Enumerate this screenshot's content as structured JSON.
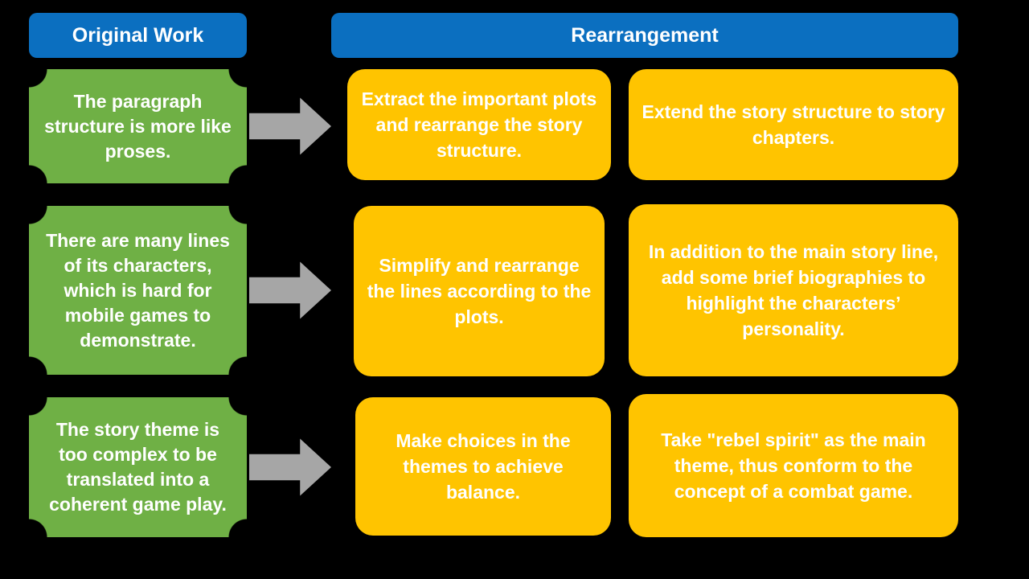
{
  "page": {
    "background_color": "#000000",
    "title": "Original Work to Rearrangement mapping"
  },
  "colors": {
    "banner_blue": "#0B6FC0",
    "card_green": "#6FB045",
    "card_yellow": "#FFC400",
    "arrow_gray": "#A6A6A6",
    "text_white": "#FFFFFF"
  },
  "headers": {
    "left": "Original Work",
    "right": "Rearrangement"
  },
  "rows": [
    {
      "original": "The paragraph structure is more like proses.",
      "arrow": "right-arrow",
      "rearrangements": [
        "Extract the important plots and rearrange the story structure.",
        "Extend the story structure to story chapters."
      ]
    },
    {
      "original": "There are many lines of its characters, which is hard for mobile games to demonstrate.",
      "arrow": "right-arrow",
      "rearrangements": [
        "Simplify and rearrange the lines according to the plots.",
        "In addition to the main story line, add some brief biographies to highlight the characters’ personality."
      ]
    },
    {
      "original": "The story theme is too complex to be translated into a coherent game play.",
      "arrow": "right-arrow",
      "rearrangements": [
        "Make choices in the themes to achieve balance.",
        "Take \"rebel spirit\" as the main theme, thus conform to the concept of a combat game."
      ]
    }
  ]
}
